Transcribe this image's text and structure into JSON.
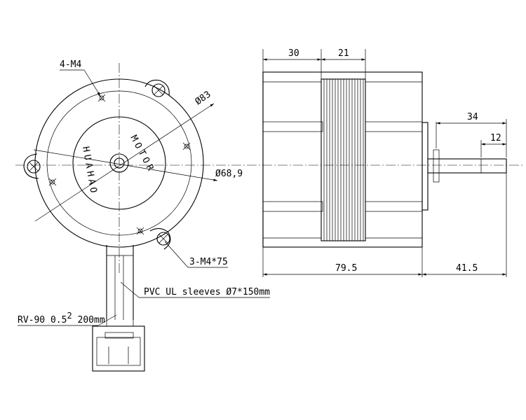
{
  "front_view": {
    "hole_label": "4-M4",
    "outer_diameter": "Ø83",
    "inner_diameter": "Ø68,9",
    "mount_label": "3-M4*75",
    "logo_text": "HUAHAO MOTOR",
    "logo_upper": "MOTOR",
    "logo_lower": "HUAHAO",
    "sleeve_label": "PVC UL sleeves Ø7*150mm",
    "wire_label": "RV-90 0.5",
    "wire_exp": "2",
    "wire_len": " 200mm"
  },
  "side_view": {
    "dim_top_left": "30",
    "dim_top_right": "21",
    "dim_shaft_total": "34",
    "dim_shaft_flat": "12",
    "dim_body": "79.5",
    "dim_shaft": "41.5"
  }
}
